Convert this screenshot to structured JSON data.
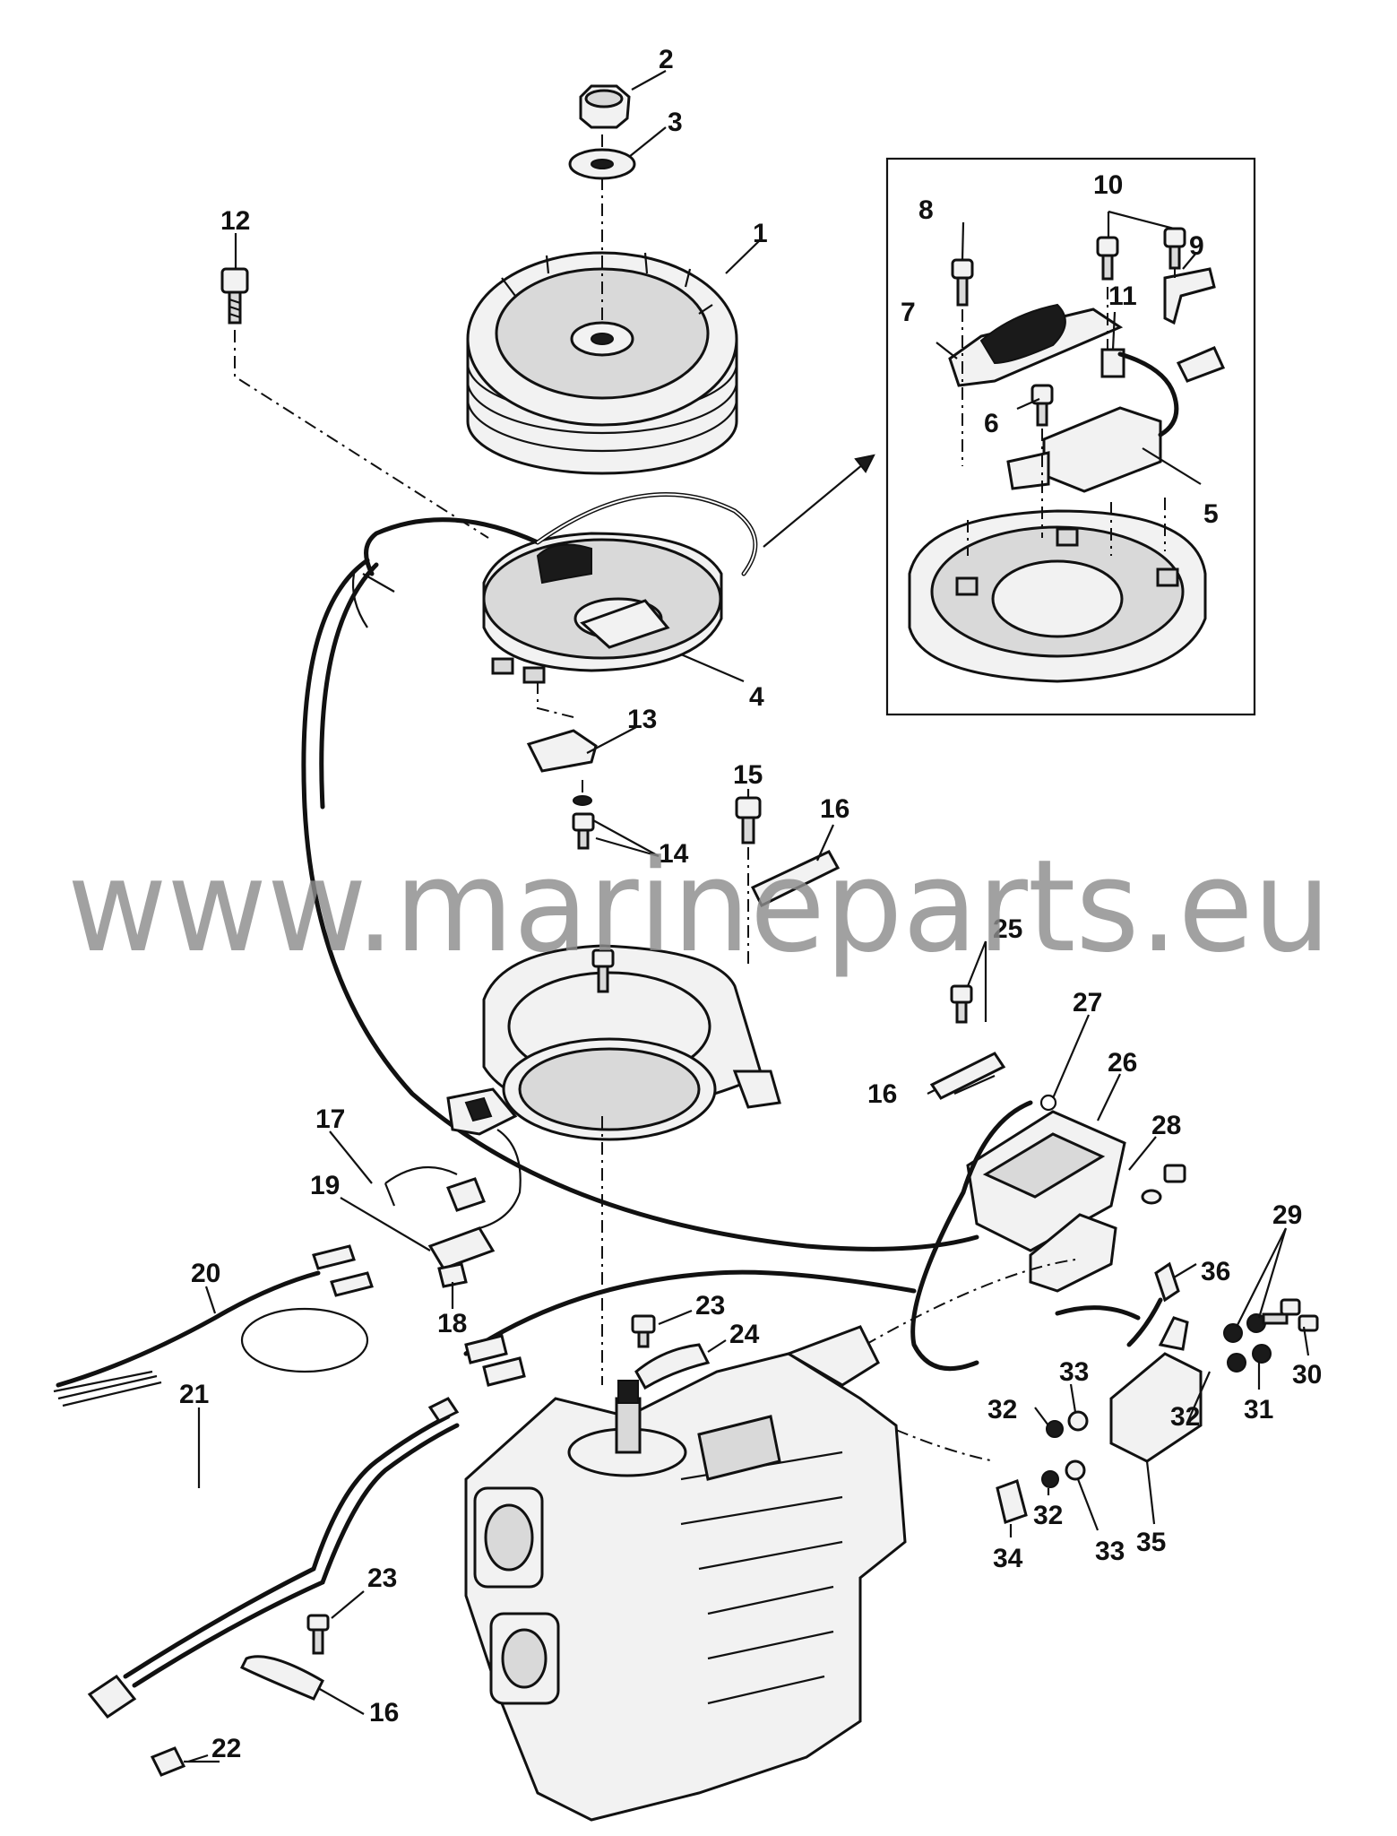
{
  "watermark": "www.marineparts.eu",
  "callouts": [
    {
      "id": "c1",
      "label": "1"
    },
    {
      "id": "c2",
      "label": "2"
    },
    {
      "id": "c3",
      "label": "3"
    },
    {
      "id": "c4",
      "label": "4"
    },
    {
      "id": "c5",
      "label": "5"
    },
    {
      "id": "c6",
      "label": "6"
    },
    {
      "id": "c7",
      "label": "7"
    },
    {
      "id": "c8",
      "label": "8"
    },
    {
      "id": "c9",
      "label": "9"
    },
    {
      "id": "c10",
      "label": "10"
    },
    {
      "id": "c11",
      "label": "11"
    },
    {
      "id": "c12",
      "label": "12"
    },
    {
      "id": "c13",
      "label": "13"
    },
    {
      "id": "c14",
      "label": "14"
    },
    {
      "id": "c15",
      "label": "15"
    },
    {
      "id": "c16a",
      "label": "16"
    },
    {
      "id": "c16b",
      "label": "16"
    },
    {
      "id": "c16c",
      "label": "16"
    },
    {
      "id": "c17",
      "label": "17"
    },
    {
      "id": "c18",
      "label": "18"
    },
    {
      "id": "c19",
      "label": "19"
    },
    {
      "id": "c20",
      "label": "20"
    },
    {
      "id": "c21",
      "label": "21"
    },
    {
      "id": "c22",
      "label": "22"
    },
    {
      "id": "c23a",
      "label": "23"
    },
    {
      "id": "c23b",
      "label": "23"
    },
    {
      "id": "c24",
      "label": "24"
    },
    {
      "id": "c25",
      "label": "25"
    },
    {
      "id": "c26",
      "label": "26"
    },
    {
      "id": "c27",
      "label": "27"
    },
    {
      "id": "c28",
      "label": "28"
    },
    {
      "id": "c29",
      "label": "29"
    },
    {
      "id": "c30",
      "label": "30"
    },
    {
      "id": "c31",
      "label": "31"
    },
    {
      "id": "c32a",
      "label": "32"
    },
    {
      "id": "c32b",
      "label": "32"
    },
    {
      "id": "c32c",
      "label": "32"
    },
    {
      "id": "c33a",
      "label": "33"
    },
    {
      "id": "c33b",
      "label": "33"
    },
    {
      "id": "c34",
      "label": "34"
    },
    {
      "id": "c35",
      "label": "35"
    },
    {
      "id": "c36",
      "label": "36"
    }
  ]
}
